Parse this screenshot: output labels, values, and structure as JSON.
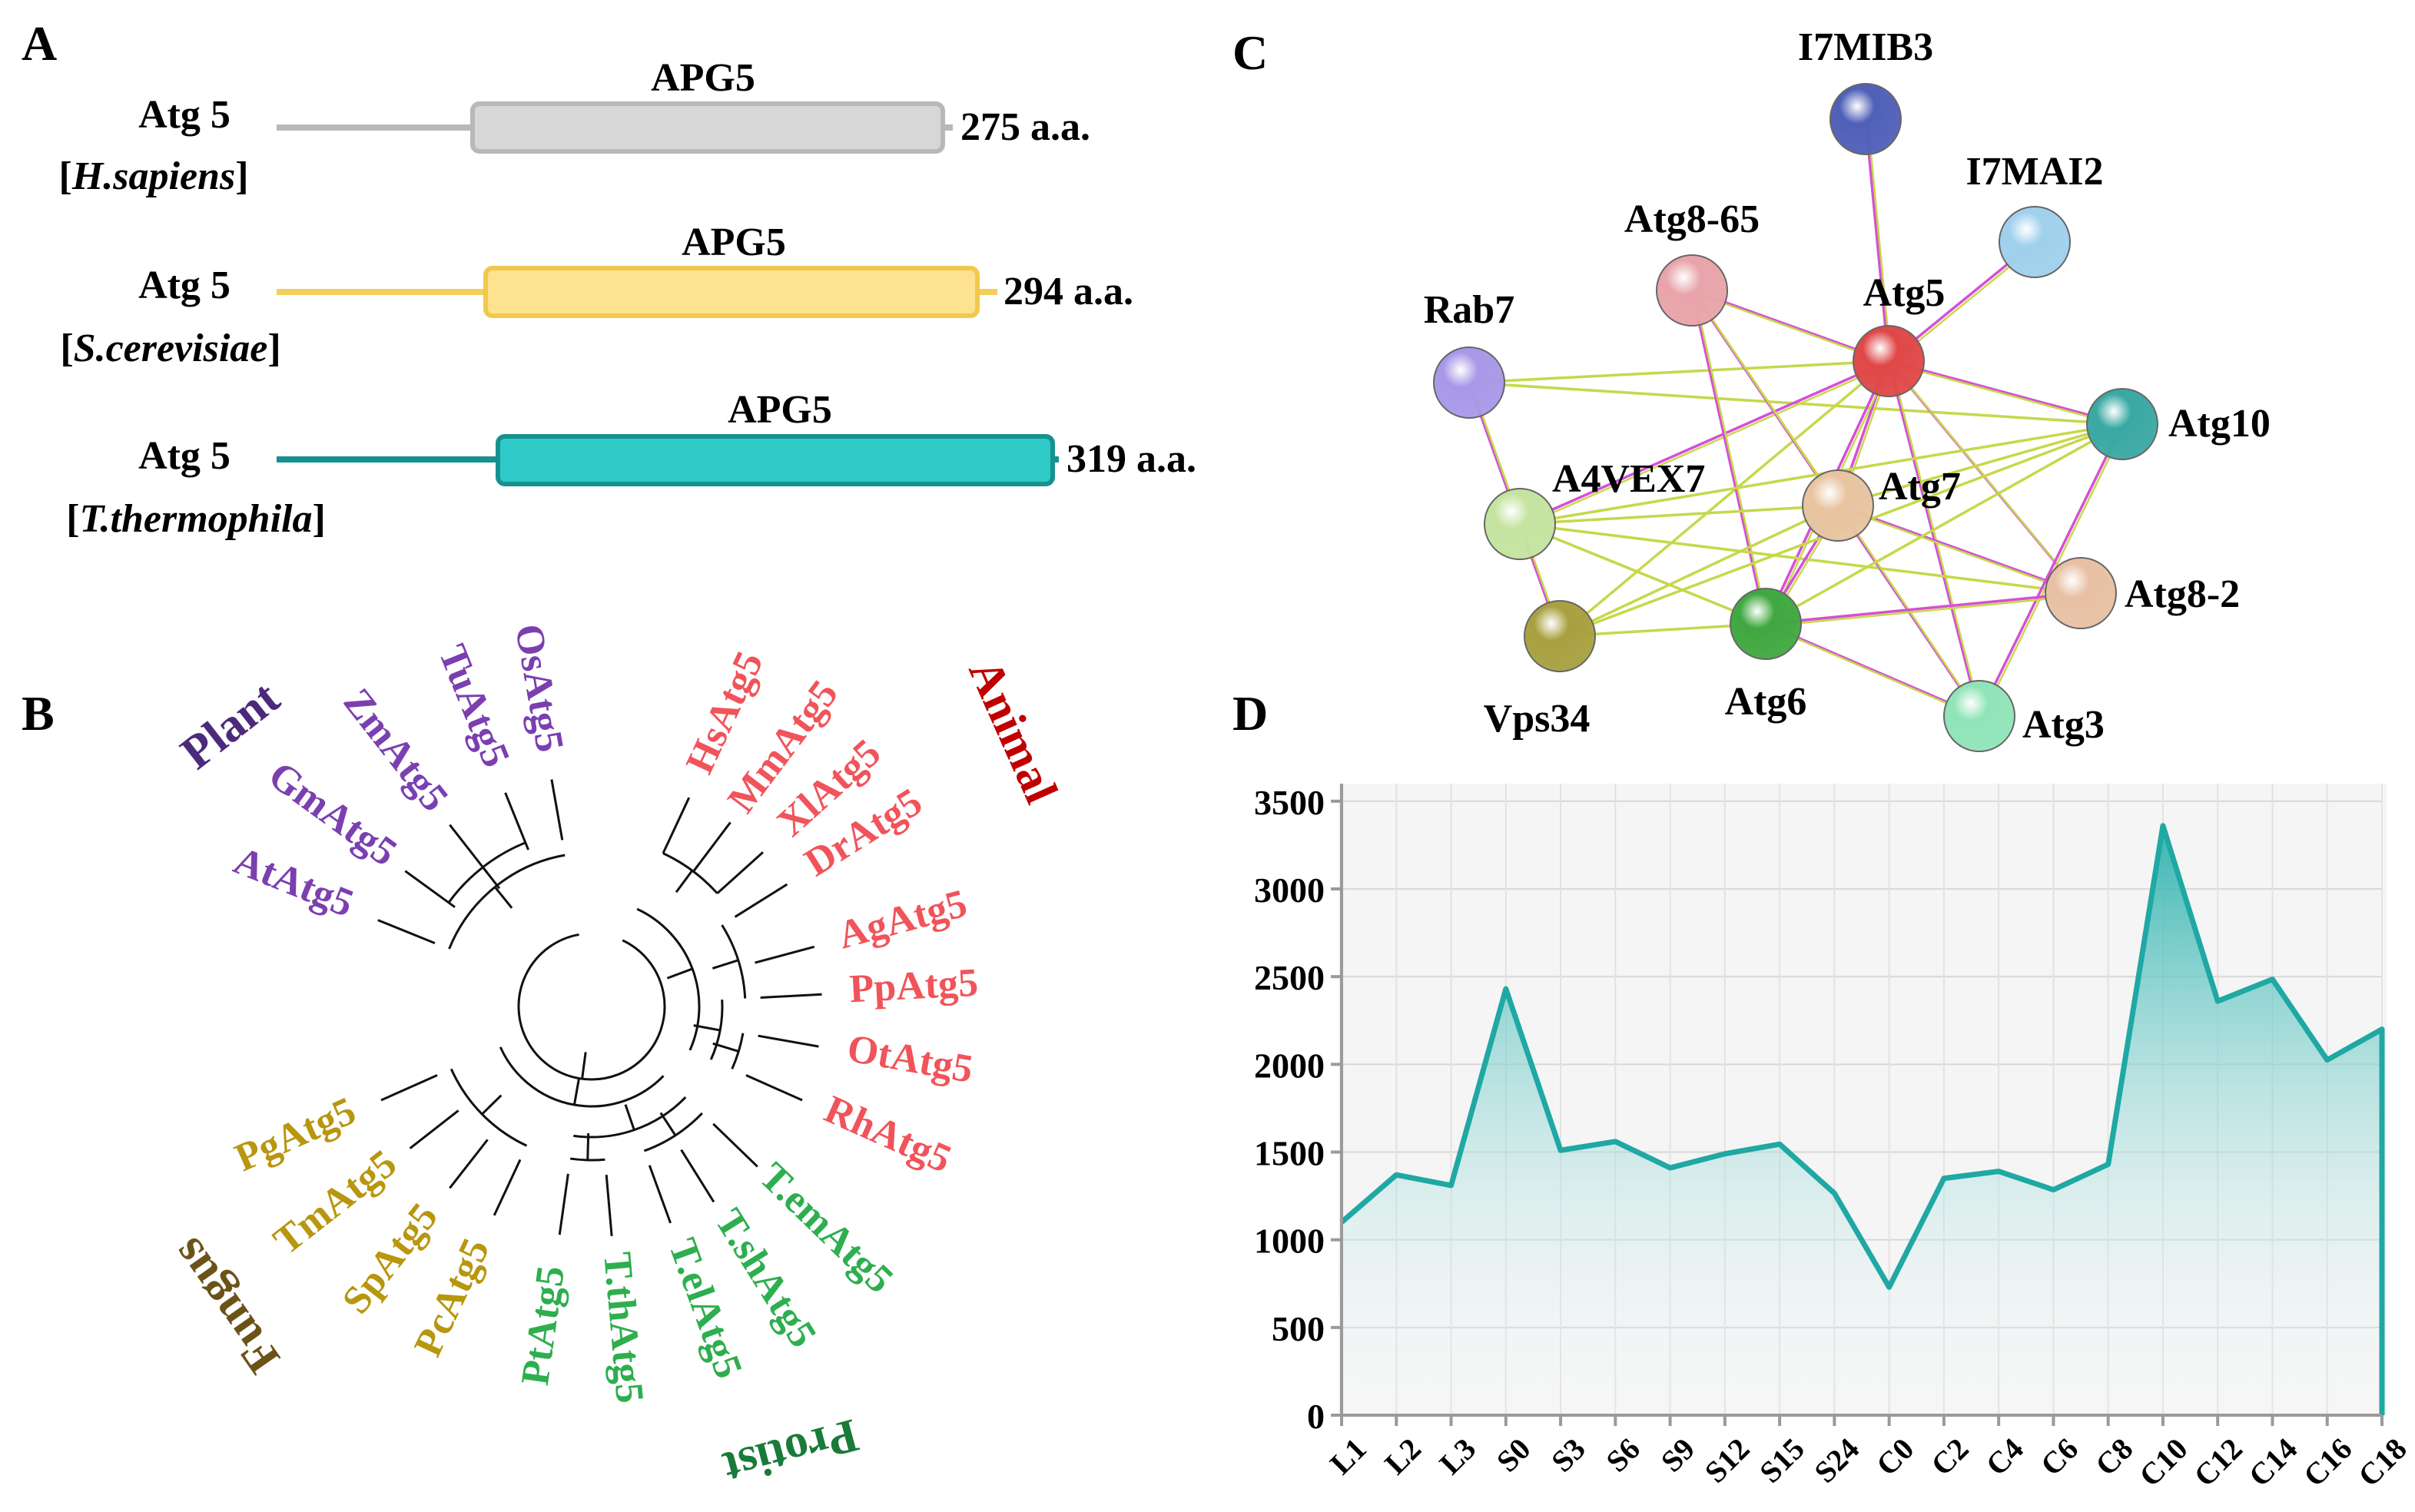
{
  "panel_labels": {
    "a": "A",
    "b": "B",
    "c": "C",
    "d": "D"
  },
  "panel_a": {
    "rows": [
      {
        "protein": "Atg 5",
        "species": "H.sapiens",
        "domain": "APG5",
        "length": "275 a.a.",
        "color": "#d7d7d7",
        "stroke": "#b8b8b8",
        "line": "#b8b8b8"
      },
      {
        "protein": "Atg 5",
        "species": "S.cerevisiae",
        "domain": "APG5",
        "length": "294 a.a.",
        "color": "#fde390",
        "stroke": "#f1c84a",
        "line": "#f4cf5c"
      },
      {
        "protein": "Atg 5",
        "species": "T.thermophila",
        "domain": "APG5",
        "length": "319 a.a.",
        "color": "#2fcac8",
        "stroke": "#16918f",
        "line": "#16918f"
      }
    ]
  },
  "panel_b": {
    "groups": [
      {
        "name": "Plant",
        "color": "#4b2a7c"
      },
      {
        "name": "Animal",
        "color": "#c00000"
      },
      {
        "name": "Fungus",
        "color": "#6b5318"
      },
      {
        "name": "Protist",
        "color": "#1a7a3a"
      }
    ],
    "leaves": [
      {
        "label": "HsAtg5",
        "group": "Animal",
        "color": "#f0545a"
      },
      {
        "label": "MmAtg5",
        "group": "Animal",
        "color": "#f0545a"
      },
      {
        "label": "XlAtg5",
        "group": "Animal",
        "color": "#f0545a"
      },
      {
        "label": "DrAtg5",
        "group": "Animal",
        "color": "#f0545a"
      },
      {
        "label": "AgAtg5",
        "group": "Animal",
        "color": "#f0545a"
      },
      {
        "label": "PpAtg5",
        "group": "Animal",
        "color": "#f0545a"
      },
      {
        "label": "OtAtg5",
        "group": "Animal",
        "color": "#f0545a"
      },
      {
        "label": "RhAtg5",
        "group": "Animal",
        "color": "#f0545a"
      },
      {
        "label": "T.emAtg5",
        "group": "Protist",
        "color": "#2eae4e"
      },
      {
        "label": "T.shAtg5",
        "group": "Protist",
        "color": "#2eae4e"
      },
      {
        "label": "T.elAtg5",
        "group": "Protist",
        "color": "#2eae4e"
      },
      {
        "label": "T.thAtg5",
        "group": "Protist",
        "color": "#2eae4e"
      },
      {
        "label": "PtAtg5",
        "group": "Protist",
        "color": "#2eae4e"
      },
      {
        "label": "PcAtg5",
        "group": "Fungus",
        "color": "#b8960e"
      },
      {
        "label": "SpAtg5",
        "group": "Fungus",
        "color": "#b8960e"
      },
      {
        "label": "TmAtg5",
        "group": "Fungus",
        "color": "#b8960e"
      },
      {
        "label": "PgAtg5",
        "group": "Fungus",
        "color": "#b8960e"
      },
      {
        "label": "AtAtg5",
        "group": "Plant",
        "color": "#7b3fb0"
      },
      {
        "label": "GmAtg5",
        "group": "Plant",
        "color": "#7b3fb0"
      },
      {
        "label": "ZmAtg5",
        "group": "Plant",
        "color": "#7b3fb0"
      },
      {
        "label": "TuAtg5",
        "group": "Plant",
        "color": "#7b3fb0"
      },
      {
        "label": "OsAtg5",
        "group": "Plant",
        "color": "#7b3fb0"
      }
    ]
  },
  "panel_c": {
    "nodes": [
      {
        "id": "I7MIB3",
        "label": "I7MIB3",
        "color": "#5060b8"
      },
      {
        "id": "I7MAI2",
        "label": "I7MAI2",
        "color": "#9fd0ec"
      },
      {
        "id": "Atg8-65",
        "label": "Atg8-65",
        "color": "#e8a4aa"
      },
      {
        "id": "Atg5",
        "label": "Atg5",
        "color": "#e04848"
      },
      {
        "id": "Rab7",
        "label": "Rab7",
        "color": "#a898e8"
      },
      {
        "id": "Atg10",
        "label": "Atg10",
        "color": "#3aa8a4"
      },
      {
        "id": "A4VEX7",
        "label": "A4VEX7",
        "color": "#c4e4a0"
      },
      {
        "id": "Atg7",
        "label": "Atg7",
        "color": "#e8c4a0"
      },
      {
        "id": "Atg8-2",
        "label": "Atg8-2",
        "color": "#e8c0a4"
      },
      {
        "id": "Vps34",
        "label": "Vps34",
        "color": "#a8a040"
      },
      {
        "id": "Atg6",
        "label": "Atg6",
        "color": "#40a840"
      },
      {
        "id": "Atg3",
        "label": "Atg3",
        "color": "#90e4b8"
      }
    ],
    "edge_colors": {
      "magenta": "#d64fd6",
      "olive": "#c6d84a"
    }
  },
  "chart_data": {
    "type": "area",
    "categories": [
      "L1",
      "L2",
      "L3",
      "S0",
      "S3",
      "S6",
      "S9",
      "S12",
      "S15",
      "S24",
      "C0",
      "C2",
      "C4",
      "C6",
      "C8",
      "C10",
      "C12",
      "C14",
      "C16",
      "C18"
    ],
    "values": [
      1100,
      1370,
      1310,
      2430,
      1510,
      1560,
      1410,
      1490,
      1545,
      1265,
      730,
      1350,
      1390,
      1285,
      1430,
      3360,
      2360,
      2485,
      2025,
      2200
    ],
    "ylim": [
      0,
      3600
    ],
    "yticks": [
      "0",
      "500",
      "1000",
      "1500",
      "2000",
      "2500",
      "3000",
      "3500"
    ],
    "grid": true,
    "line_color": "#1fa8a4",
    "fill_top": "#2db2ae",
    "fill_bottom": "#ffffff"
  }
}
